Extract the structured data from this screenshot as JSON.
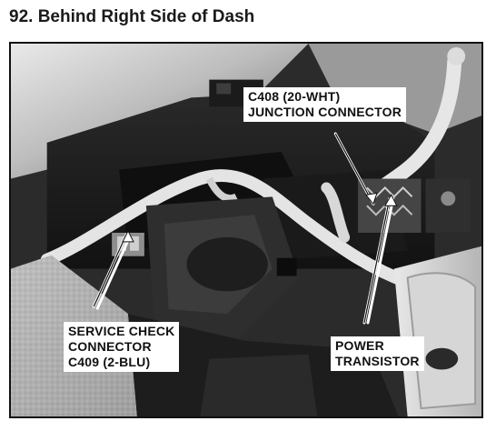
{
  "page": {
    "title": "92. Behind Right Side of Dash"
  },
  "photo": {
    "callouts": {
      "junction_connector": {
        "line1": "C408 (20-WHT)",
        "line2": "JUNCTION CONNECTOR"
      },
      "service_check_connector": {
        "line1": "SERVICE CHECK",
        "line2": "CONNECTOR",
        "line3": "C409 (2-BLU)"
      },
      "power_transistor": {
        "line1": "POWER",
        "line2": "TRANSISTOR"
      }
    }
  }
}
